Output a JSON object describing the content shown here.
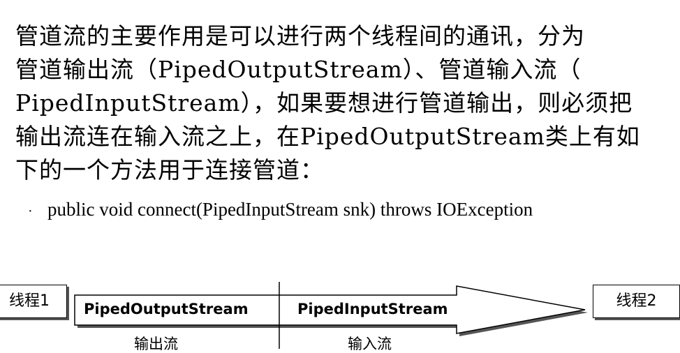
{
  "text": {
    "lines": [
      "管道流的主要作用是可以进行两个线程间的通讯，分为",
      "管道输出流（PipedOutputStream）、管道输入流（",
      "PipedInputStream），如果要想进行管道输出，则必须把",
      "输出流连在输入流之上，在PipedOutputStream类上有如",
      "下的一个方法用于连接管道："
    ],
    "bullet_marker": "·",
    "bullet": "public void connect(PipedInputStream snk) throws IOException"
  },
  "diagram": {
    "thread1": "线程1",
    "thread2": "线程2",
    "output_stream": "PipedOutputStream",
    "input_stream": "PipedInputStream",
    "output_caption": "输出流",
    "input_caption": "输入流"
  },
  "colors": {
    "text": "#000000",
    "background": "#ffffff",
    "shadow": "#555555"
  }
}
